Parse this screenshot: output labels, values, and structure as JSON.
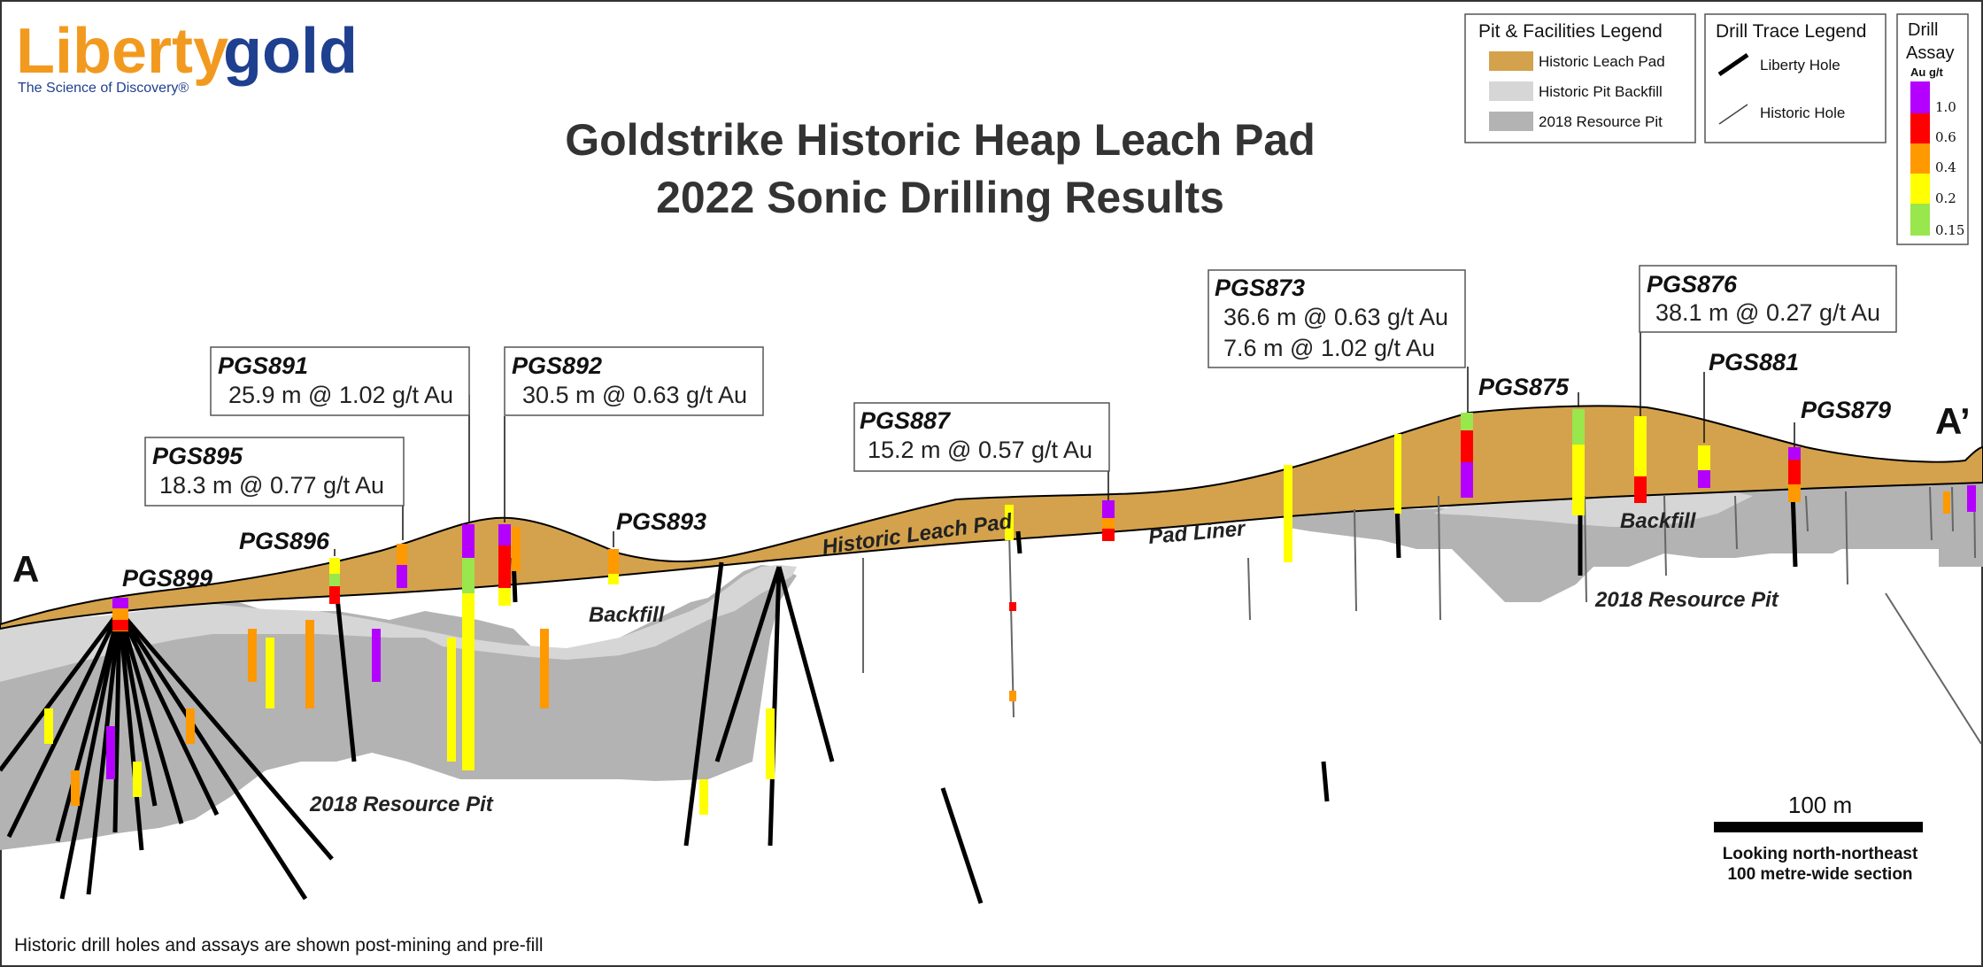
{
  "logo": {
    "brand_a": "Liberty",
    "brand_b": "gold",
    "tagline": "The Science of Discovery®"
  },
  "title": {
    "line1": "Goldstrike Historic Heap Leach Pad",
    "line2": "2022 Sonic Drilling Results"
  },
  "legend_pit": {
    "title": "Pit & Facilities  Legend",
    "items": [
      {
        "label": "Historic Leach Pad",
        "color": "#d4a24c"
      },
      {
        "label": "Historic Pit Backfill",
        "color": "#d6d6d6"
      },
      {
        "label": "2018 Resource Pit",
        "color": "#b3b3b3"
      }
    ]
  },
  "legend_trace": {
    "title": "Drill Trace Legend",
    "liberty": "Liberty Hole",
    "historic": "Historic Hole"
  },
  "legend_assay": {
    "title1": "Drill",
    "title2": "Assay",
    "unit": "Au g/t",
    "ticks": [
      "1.0",
      "0.6",
      "0.4",
      "0.2",
      "0.15"
    ],
    "colors": [
      "#b400ff",
      "#ff0000",
      "#ff9900",
      "#ffff00",
      "#99e64d"
    ]
  },
  "section_labels": {
    "a": "A",
    "a_prime": "A’"
  },
  "geology_labels": {
    "leach_pad": "Historic Leach Pad",
    "pad_liner": "Pad Liner",
    "backfill_left": "Backfill",
    "backfill_right": "Backfill",
    "pit_left": "2018 Resource Pit",
    "pit_right": "2018 Resource Pit"
  },
  "holes": [
    {
      "id": "PGS899"
    },
    {
      "id": "PGS896"
    },
    {
      "id": "PGS895",
      "intercepts": [
        "18.3 m @ 0.77 g/t Au"
      ]
    },
    {
      "id": "PGS891",
      "intercepts": [
        "25.9 m @ 1.02 g/t Au"
      ]
    },
    {
      "id": "PGS892",
      "intercepts": [
        "30.5 m @ 0.63 g/t Au"
      ]
    },
    {
      "id": "PGS893"
    },
    {
      "id": "PGS887",
      "intercepts": [
        "15.2 m @ 0.57 g/t Au"
      ]
    },
    {
      "id": "PGS873",
      "intercepts": [
        "36.6 m @ 0.63 g/t Au",
        "7.6 m @ 1.02 g/t Au"
      ]
    },
    {
      "id": "PGS875"
    },
    {
      "id": "PGS876",
      "intercepts": [
        "38.1 m @ 0.27 g/t Au"
      ]
    },
    {
      "id": "PGS881"
    },
    {
      "id": "PGS879"
    }
  ],
  "scale_bar": {
    "label": "100 m",
    "note1": "Looking north-northeast",
    "note2": "100 metre-wide section"
  },
  "footnote": "Historic drill holes and assays are shown post-mining and pre-fill"
}
